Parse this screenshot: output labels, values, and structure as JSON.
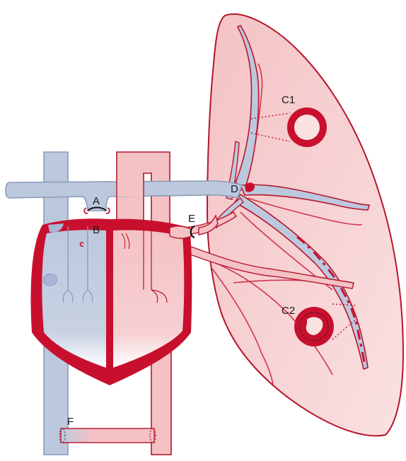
{
  "labels": {
    "A": "A",
    "B": "B",
    "C1": "C1",
    "C2": "C2",
    "D": "D",
    "E": "E",
    "F": "F"
  },
  "colors": {
    "venous": "#bcc8de",
    "venous_stroke": "#8c9bb8",
    "arterial": "#f4c2c4",
    "lung_fill": "#f7d3d4",
    "dark_red": "#c8102e",
    "outline": "#b5162b",
    "background": "#ffffff"
  }
}
